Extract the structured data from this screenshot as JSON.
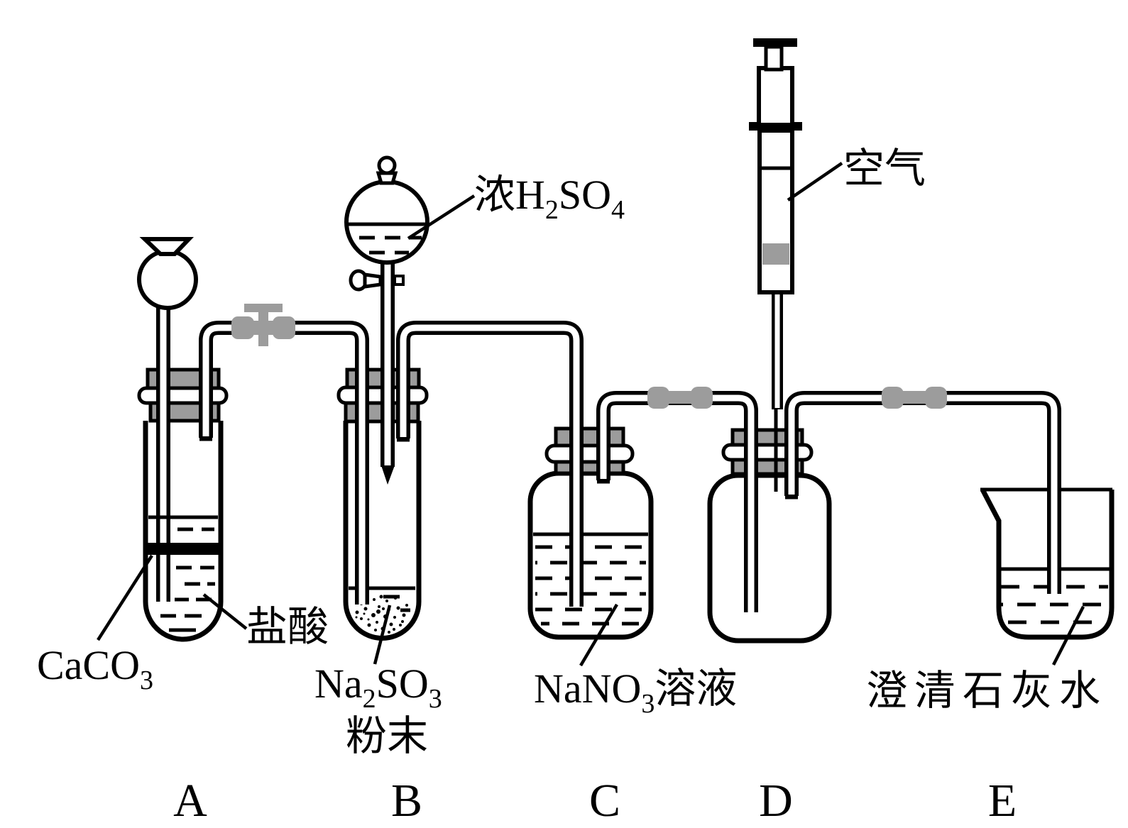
{
  "diagram": {
    "labels": {
      "caco3": {
        "base": "CaCO",
        "sub": "3"
      },
      "hydrochloric_acid": "盐酸",
      "conc_h2so4": {
        "p1": "浓H",
        "s1": "2",
        "p2": "SO",
        "s2": "4"
      },
      "na2so3": {
        "p1": "Na",
        "s1": "2",
        "p2": "SO",
        "s2": "3",
        "line2": "粉末"
      },
      "nano3_solution": {
        "p1": "NaNO",
        "s1": "3",
        "p2": "溶液"
      },
      "limewater": "澄清石灰水",
      "air": "空气"
    },
    "apparatus_letters": [
      "A",
      "B",
      "C",
      "D",
      "E"
    ],
    "colors": {
      "rubber_gray": "#9c9c9c",
      "line_black": "#000000",
      "background": "#ffffff"
    }
  }
}
